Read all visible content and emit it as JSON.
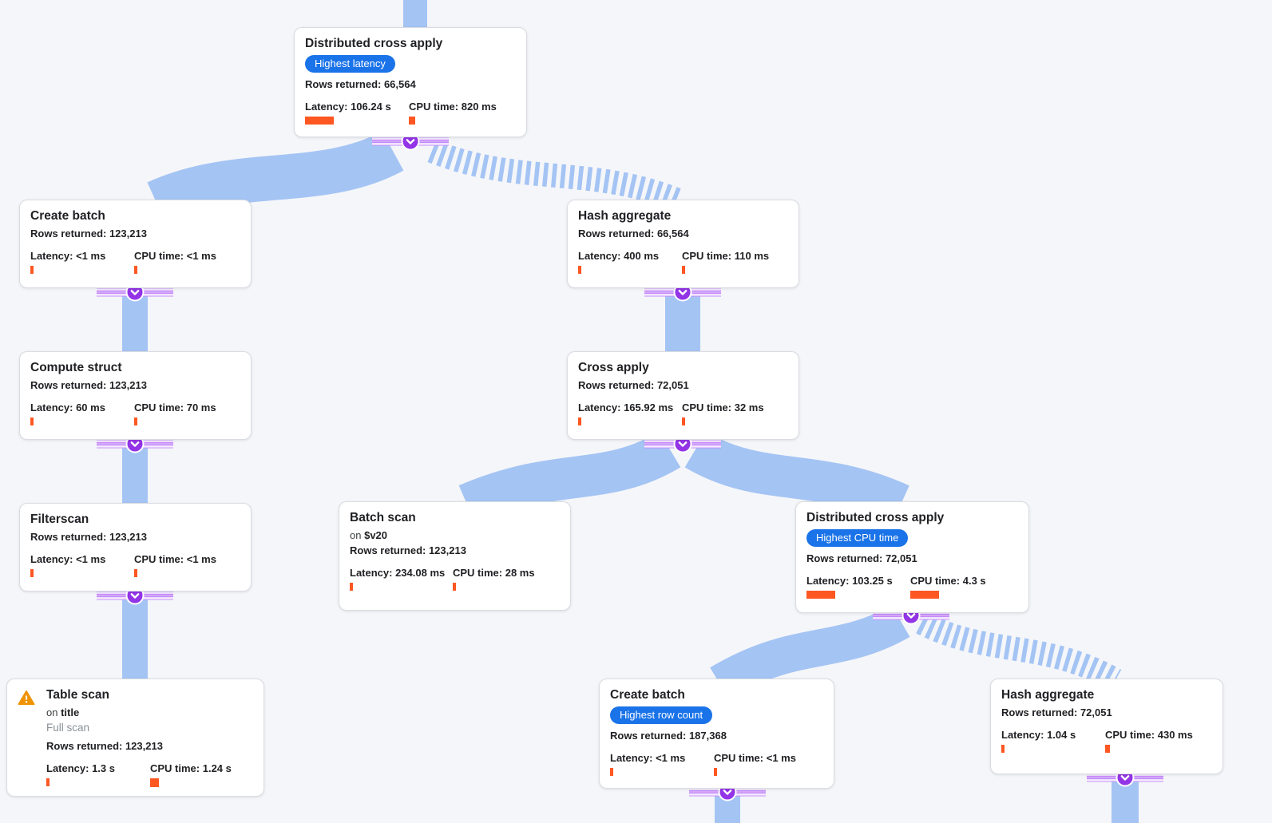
{
  "app": {
    "view": "query-execution-plan-graph",
    "background": "#f5f6f9"
  },
  "colors": {
    "edge_blue": "#a4c4f4",
    "connector_purple": "#9334e6",
    "connector_stripe_purple": "#c58af9",
    "badge_blue": "#1a73e8",
    "bar_orange": "#ff5722",
    "warning_orange": "#f09300",
    "node_border": "#d9dce2",
    "node_background": "#ffffff"
  },
  "icons": {
    "connector": "chevron-down-icon",
    "warning": "warning-triangle-icon"
  },
  "nodes": [
    {
      "title": "Distributed cross apply",
      "badge": "Highest latency",
      "rows": "Rows returned: 66,564",
      "latency": "Latency: 106.24 s",
      "cpu": "CPU time: 820 ms"
    },
    {
      "title": "Create batch",
      "rows": "Rows returned: 123,213",
      "latency": "Latency: <1 ms",
      "cpu": "CPU time: <1 ms"
    },
    {
      "title": "Hash aggregate",
      "rows": "Rows returned: 66,564",
      "latency": "Latency: 400 ms",
      "cpu": "CPU time: 110 ms"
    },
    {
      "title": "Compute struct",
      "rows": "Rows returned: 123,213",
      "latency": "Latency: 60 ms",
      "cpu": "CPU time: 70 ms"
    },
    {
      "title": "Cross apply",
      "rows": "Rows returned: 72,051",
      "latency": "Latency: 165.92 ms",
      "cpu": "CPU time: 32 ms"
    },
    {
      "title": "Filterscan",
      "rows": "Rows returned: 123,213",
      "latency": "Latency: <1 ms",
      "cpu": "CPU time: <1 ms"
    },
    {
      "title": "Batch scan",
      "on_prefix": "on",
      "on_target": "$v20",
      "rows": "Rows returned: 123,213",
      "latency": "Latency: 234.08 ms",
      "cpu": "CPU time: 28 ms"
    },
    {
      "title": "Distributed cross apply",
      "badge": "Highest CPU time",
      "rows": "Rows returned: 72,051",
      "latency": "Latency: 103.25 s",
      "cpu": "CPU time: 4.3 s"
    },
    {
      "title": "Table scan",
      "warning": true,
      "on_prefix": "on",
      "on_target": "title",
      "note": "Full scan",
      "rows": "Rows returned: 123,213",
      "latency": "Latency: 1.3 s",
      "cpu": "CPU time: 1.24 s"
    },
    {
      "title": "Create batch",
      "badge": "Highest row count",
      "rows": "Rows returned: 187,368",
      "latency": "Latency: <1 ms",
      "cpu": "CPU time: <1 ms"
    },
    {
      "title": "Hash aggregate",
      "rows": "Rows returned: 72,051",
      "latency": "Latency: 1.04 s",
      "cpu": "CPU time: 430 ms"
    }
  ],
  "edges": [
    {
      "from": "offscreen-parent",
      "to": "distributed-cross-apply-root",
      "style": "solid"
    },
    {
      "from": "distributed-cross-apply-root",
      "to": "create-batch-1",
      "style": "solid"
    },
    {
      "from": "distributed-cross-apply-root",
      "to": "hash-aggregate-1",
      "style": "striped"
    },
    {
      "from": "create-batch-1",
      "to": "compute-struct",
      "style": "solid"
    },
    {
      "from": "hash-aggregate-1",
      "to": "cross-apply",
      "style": "solid"
    },
    {
      "from": "compute-struct",
      "to": "filterscan",
      "style": "solid"
    },
    {
      "from": "cross-apply",
      "to": "batch-scan",
      "style": "solid"
    },
    {
      "from": "cross-apply",
      "to": "distributed-cross-apply-2",
      "style": "solid"
    },
    {
      "from": "filterscan",
      "to": "table-scan",
      "style": "solid"
    },
    {
      "from": "distributed-cross-apply-2",
      "to": "create-batch-2",
      "style": "solid"
    },
    {
      "from": "distributed-cross-apply-2",
      "to": "hash-aggregate-2",
      "style": "striped"
    },
    {
      "from": "create-batch-2",
      "to": "offscreen-child-1",
      "style": "solid"
    },
    {
      "from": "hash-aggregate-2",
      "to": "offscreen-child-2",
      "style": "solid"
    }
  ]
}
